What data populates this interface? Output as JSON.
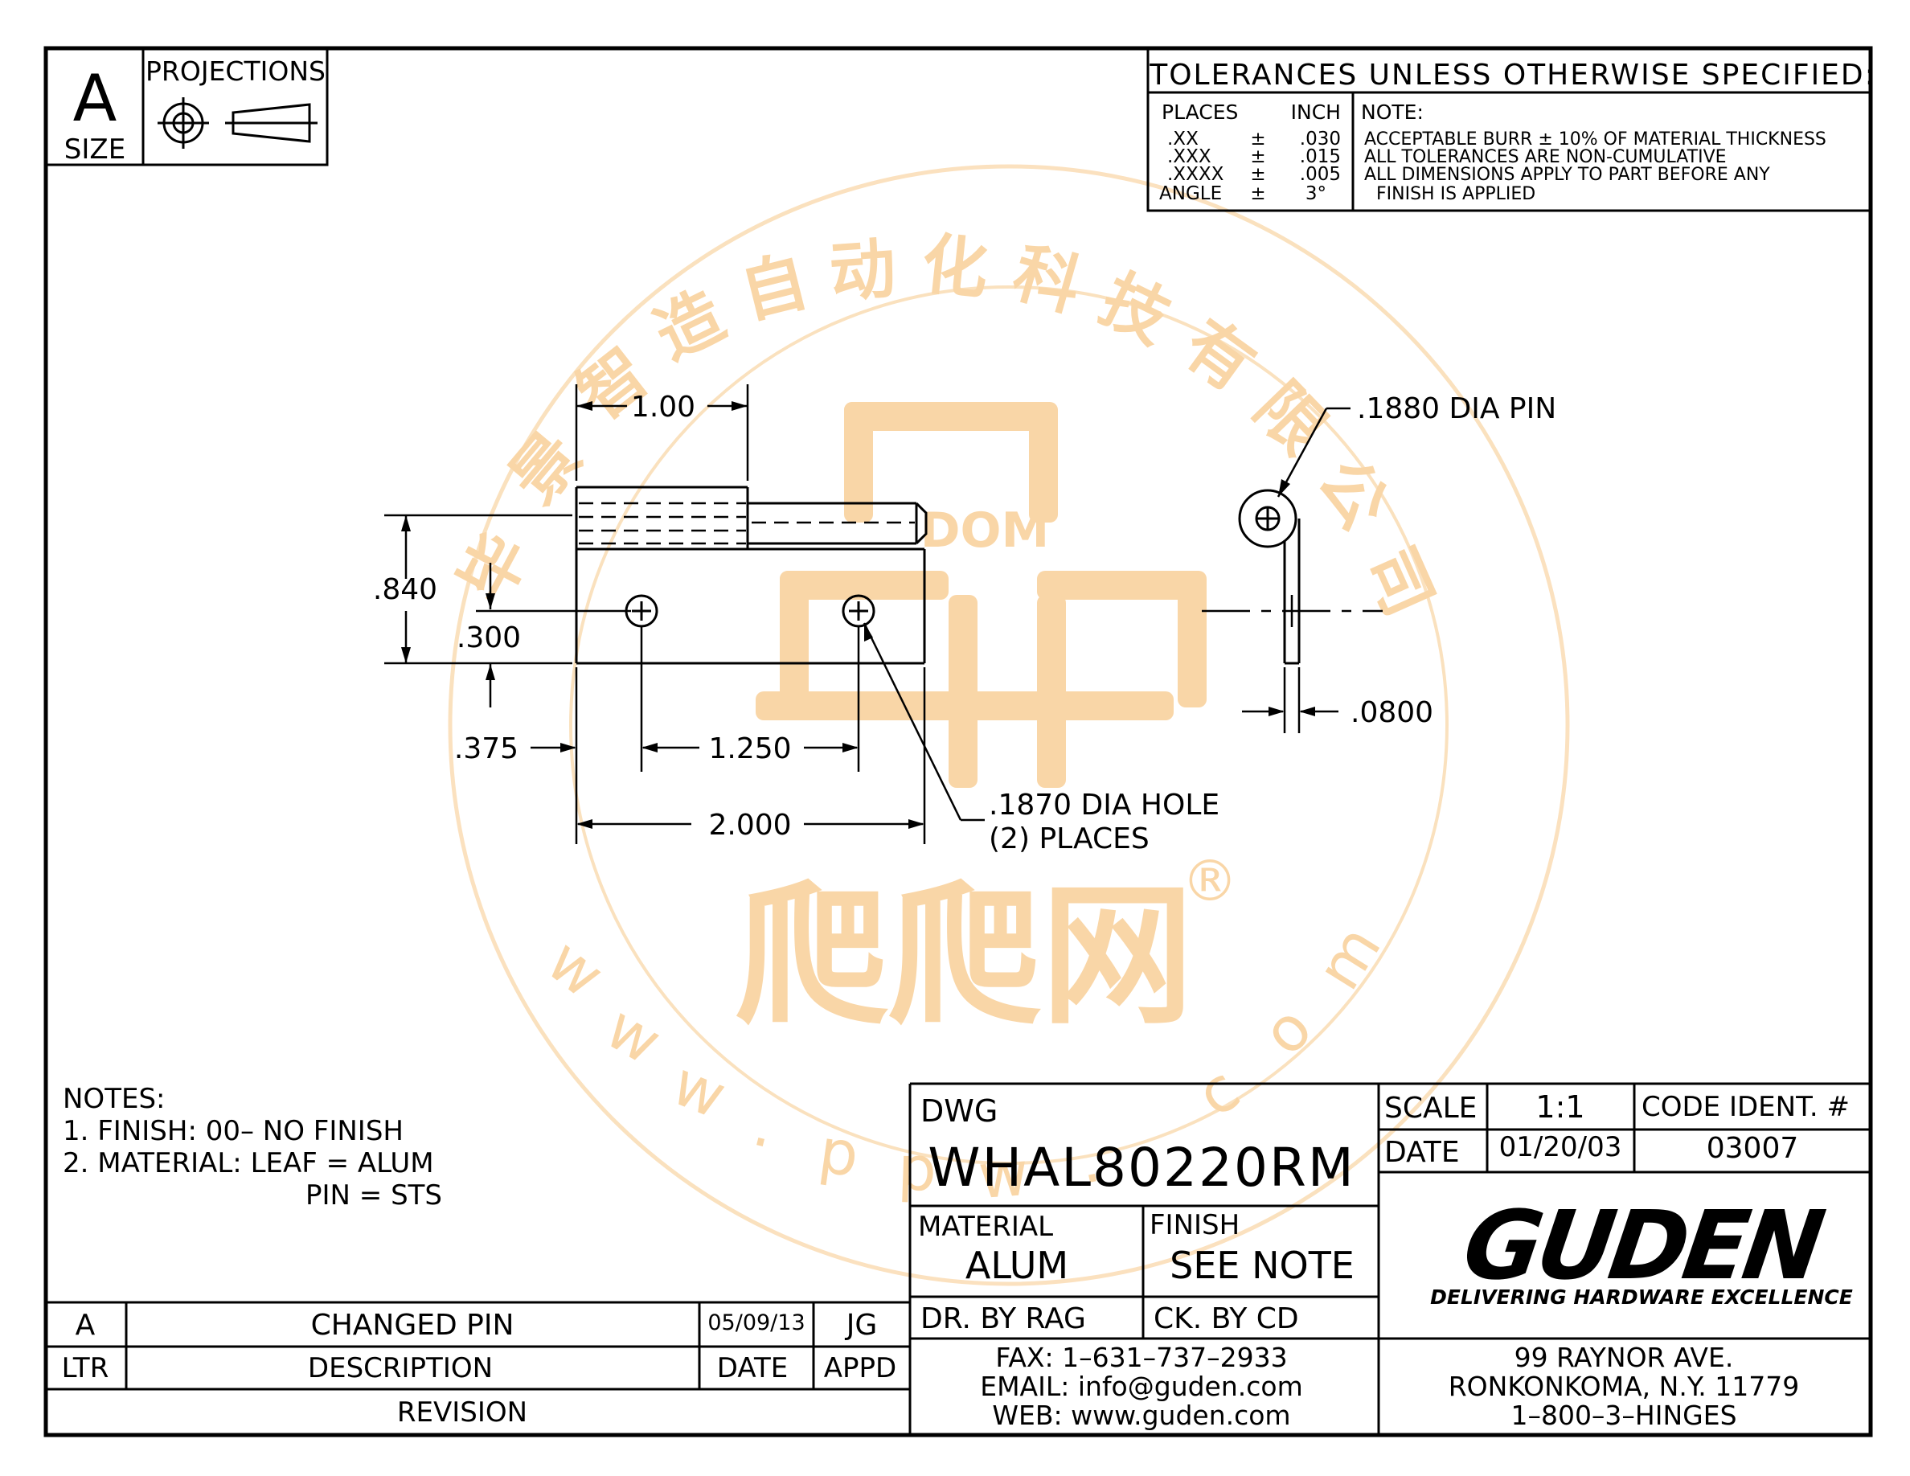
{
  "size_block": {
    "letter": "A",
    "label": "SIZE",
    "projections_label": "PROJECTIONS"
  },
  "tolerances": {
    "header": "TOLERANCES UNLESS OTHERWISE SPECIFIED:",
    "places_header": "PLACES",
    "inch_header": "INCH",
    "note_header": "NOTE:",
    "rows": [
      {
        "place": ".XX",
        "pm": "±",
        "value": ".030"
      },
      {
        "place": ".XXX",
        "pm": "±",
        "value": ".015"
      },
      {
        "place": ".XXXX",
        "pm": "±",
        "value": ".005"
      },
      {
        "place": "ANGLE",
        "pm": "±",
        "value": "3°"
      }
    ],
    "notes": [
      "ACCEPTABLE BURR ± 10% OF MATERIAL THICKNESS",
      "ALL TOLERANCES ARE NON-CUMULATIVE",
      "ALL DIMENSIONS APPLY TO PART BEFORE ANY",
      "FINISH IS APPLIED"
    ]
  },
  "dimensions": {
    "top_width": "1.00",
    "height": ".840",
    "hole_height": ".300",
    "edge_offset": ".375",
    "hole_spacing": "1.250",
    "overall_width": "2.000",
    "hole_callout_1": ".1870 DIA HOLE",
    "hole_callout_2": "(2) PLACES",
    "pin_callout": ".1880 DIA PIN",
    "thickness": ".0800"
  },
  "notes": {
    "title": "NOTES:",
    "line1": "1. FINISH: 00– NO FINISH",
    "line2": "2. MATERIAL: LEAF = ALUM",
    "line3": "PIN = STS"
  },
  "revision": {
    "ltr": "A",
    "description": "CHANGED PIN",
    "date": "05/09/13",
    "appd": "JG",
    "ltr_header": "LTR",
    "description_header": "DESCRIPTION",
    "date_header": "DATE",
    "appd_header": "APPD",
    "footer": "REVISION"
  },
  "title_block": {
    "dwg_label": "DWG",
    "dwg_number": "WHAL80220RM",
    "material_label": "MATERIAL",
    "material_value": "ALUM",
    "finish_label": "FINISH",
    "finish_value": "SEE NOTE",
    "drawn_by": "DR. BY RAG",
    "checked_by": "CK. BY CD",
    "scale_label": "SCALE",
    "scale_value": "1:1",
    "code_label": "CODE IDENT. #",
    "date_label": "DATE",
    "date_value": "01/20/03",
    "code_value": "03007",
    "fax": "FAX: 1–631–737–2933",
    "email": "EMAIL: info@guden.com",
    "web": "WEB: www.guden.com",
    "address1": "99 RAYNOR AVE.",
    "address2": "RONKONKOMA, N.Y. 11779",
    "phone": "1–800–3–HINGES",
    "logo": "GUDEN",
    "tagline": "DELIVERING HARDWARE EXCELLENCE"
  },
  "watermark": {
    "cn_text": "毕景智造自动化科技有限公司",
    "url_text": "www.ppw.com",
    "mark_top": "DOM",
    "mark_bottom": "爬爬网",
    "registered": "®",
    "color": "#f7c98a"
  }
}
